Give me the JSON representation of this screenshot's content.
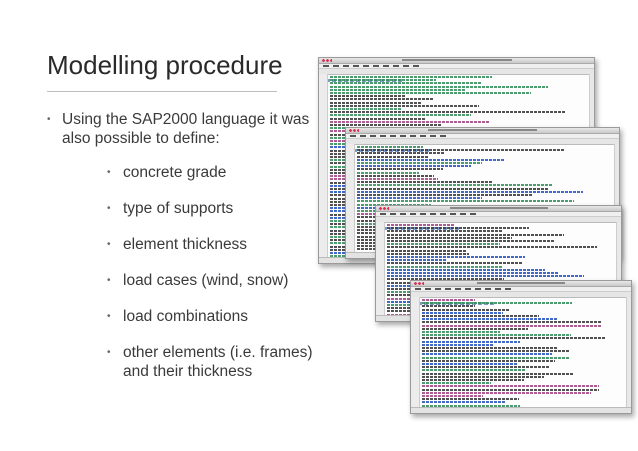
{
  "slide": {
    "title": "Modelling procedure",
    "intro": "Using the SAP2000 language it was also possible to define:",
    "bullets": [
      "concrete grade",
      "type of supports",
      "element thickness",
      "load cases (wind, snow)",
      "load combinations",
      "other elements (i.e. frames) and their thickness"
    ]
  },
  "screenshots": {
    "count": 4,
    "description_icon": "text-editor-window-icon",
    "colors": {
      "comment": "#2e8b57",
      "code": "#333333",
      "keyword": "#1f4fbf",
      "string": "#a04080"
    }
  }
}
